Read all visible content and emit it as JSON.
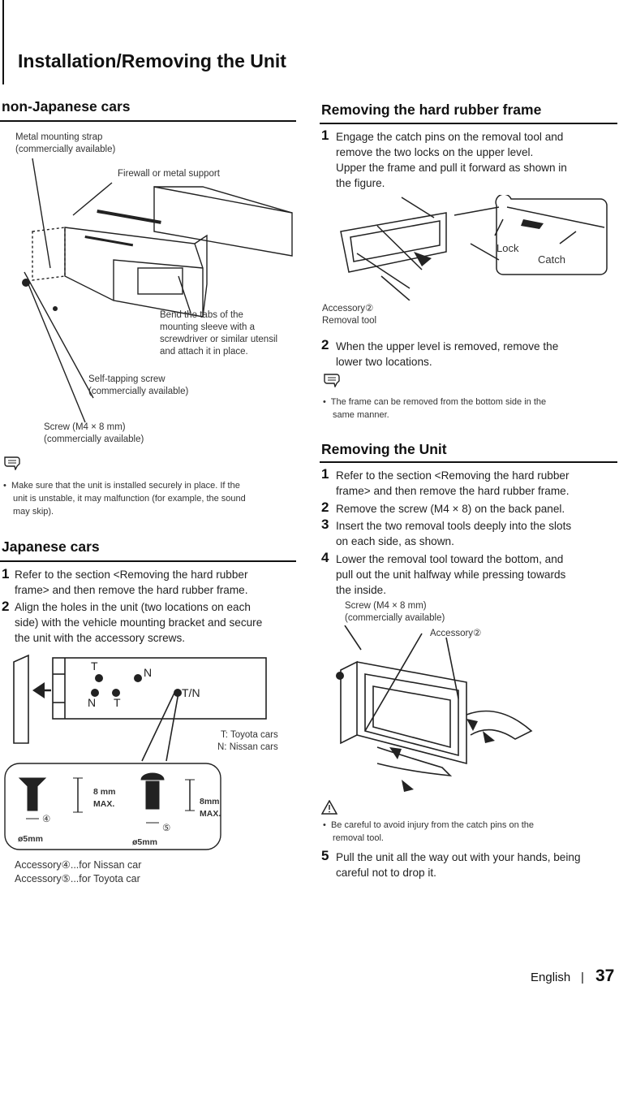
{
  "page_title": "Installation/Removing the Unit",
  "left": {
    "non_japanese": {
      "heading": "non-Japanese cars",
      "labels": {
        "strap": [
          "Metal mounting strap",
          "(commercially available)"
        ],
        "firewall": "Firewall or metal support",
        "bend": [
          "Bend the tabs of the",
          "mounting sleeve with a",
          "screwdriver or similar utensil",
          "and attach it in place."
        ],
        "tapping": [
          "Self-tapping screw",
          "(commercially available)"
        ],
        "screw": [
          "Screw (M4 × 8 mm)",
          "(commercially available)"
        ]
      },
      "note": [
        "Make sure that the unit is installed securely in place. If the",
        "unit is unstable, it may malfunction (for example, the sound",
        "may skip)."
      ]
    },
    "japanese": {
      "heading": "Japanese cars",
      "steps": [
        {
          "n": "1",
          "lines": [
            "Refer to the section <Removing the hard rubber",
            "frame> and then remove the hard rubber frame."
          ]
        },
        {
          "n": "2",
          "lines": [
            "Align the holes in the unit (two locations on each",
            "side) with the vehicle mounting bracket and secure",
            "the unit with the accessory screws."
          ]
        }
      ],
      "bracket_labels": {
        "T": "T",
        "N": "N",
        "TN": "T/N"
      },
      "legend": [
        "T: Toyota cars",
        "N: Nissan cars"
      ],
      "screws": {
        "len1": "8 mm",
        "max1": "MAX.",
        "len2": "8mm",
        "max2": "MAX.",
        "dia1": "ø5mm",
        "dia2": "ø5mm",
        "acc4": "④",
        "acc5": "⑤"
      },
      "accessories": [
        "Accessory④...for Nissan car",
        "Accessory⑤...for Toyota car"
      ]
    }
  },
  "right": {
    "rubber": {
      "heading": "Removing the hard rubber frame",
      "step1": {
        "n": "1",
        "lines": [
          "Engage the catch pins on the removal tool and",
          "remove the two locks on the upper level.",
          "Upper the frame and pull it forward as shown in",
          "the figure."
        ]
      },
      "figure": {
        "lock": "Lock",
        "catch": "Catch",
        "accessory": [
          "Accessory②",
          "Removal tool"
        ]
      },
      "step2": {
        "n": "2",
        "lines": [
          "When the upper level is removed, remove the",
          "lower two locations."
        ]
      },
      "note": [
        "The frame can be removed from the bottom side in the",
        "same manner."
      ]
    },
    "unit": {
      "heading": "Removing the Unit",
      "steps": [
        {
          "n": "1",
          "lines": [
            "Refer to the section <Removing the hard rubber",
            "frame> and then remove the hard rubber frame."
          ]
        },
        {
          "n": "2",
          "lines": [
            "Remove the screw (M4 × 8) on the back panel."
          ]
        },
        {
          "n": "3",
          "lines": [
            "Insert the two removal tools deeply into the slots",
            "on each side, as shown."
          ]
        },
        {
          "n": "4",
          "lines": [
            "Lower the removal tool toward the bottom, and",
            "pull out the unit halfway while pressing towards",
            "the inside."
          ]
        }
      ],
      "fig_labels": {
        "screw": [
          "Screw (M4 × 8 mm)",
          "(commercially available)"
        ],
        "accessory": "Accessory②"
      },
      "caution": [
        "Be careful to avoid injury from the catch pins on the",
        "removal tool."
      ],
      "step5": {
        "n": "5",
        "lines": [
          "Pull the unit all the way out with your hands, being",
          "careful not to drop it."
        ]
      }
    }
  },
  "footer": {
    "language": "English",
    "separator": "|",
    "page": "37"
  }
}
